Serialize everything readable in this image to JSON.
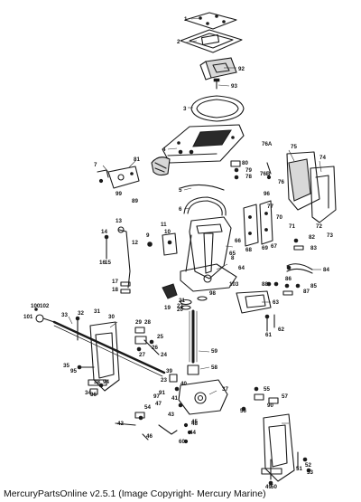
{
  "footer": {
    "text": "MercuryPartsOnline v2.5.1 (Image Copyright- Mercury Marine)"
  },
  "callouts": [
    "1",
    "2",
    "92",
    "93",
    "3",
    "4",
    "80",
    "79",
    "78",
    "76A",
    "76B",
    "75",
    "74",
    "7",
    "81",
    "99",
    "89",
    "5",
    "6",
    "96",
    "76",
    "70",
    "71",
    "72",
    "73",
    "77",
    "68",
    "69",
    "67",
    "66",
    "65",
    "9",
    "10",
    "11",
    "12",
    "13",
    "14",
    "15",
    "16",
    "17",
    "18",
    "19",
    "20",
    "21",
    "22",
    "83",
    "82",
    "84",
    "85",
    "86",
    "87",
    "88",
    "8",
    "64",
    "103",
    "98",
    "63",
    "62",
    "61",
    "100",
    "102",
    "101",
    "33",
    "32",
    "31",
    "30",
    "29",
    "28",
    "27",
    "26",
    "25",
    "24",
    "23",
    "34",
    "35",
    "36",
    "37",
    "38",
    "39",
    "40",
    "41",
    "42",
    "43",
    "44",
    "45",
    "46",
    "47",
    "48",
    "49",
    "50",
    "51",
    "52",
    "53",
    "54",
    "55",
    "56",
    "57",
    "58",
    "59",
    "60",
    "90",
    "91",
    "94",
    "95",
    "97"
  ]
}
